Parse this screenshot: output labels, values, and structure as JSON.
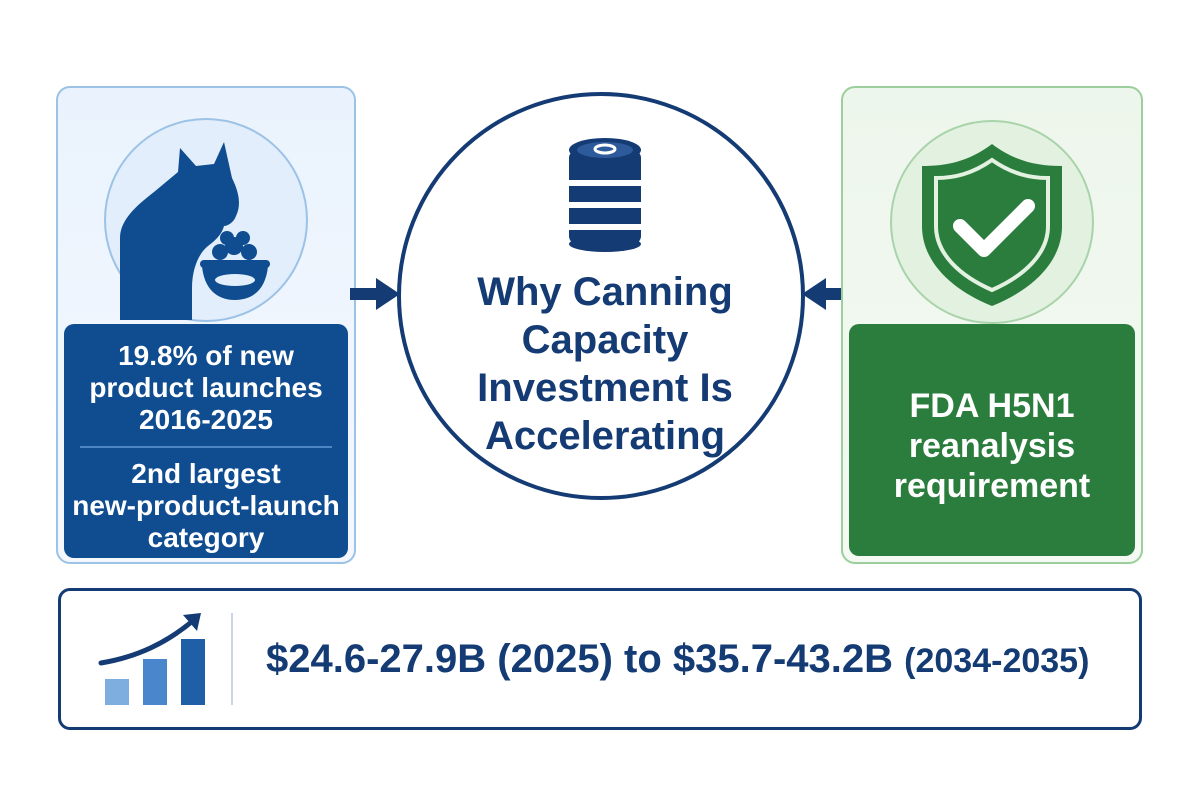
{
  "colors": {
    "navy": "#143b73",
    "blue_box": "#0f4c90",
    "light_blue": "#9cc2e6",
    "green_box": "#2a7d3c",
    "light_green": "#9ccf9c"
  },
  "left": {
    "icon": "cat-with-food-bowl-icon",
    "stat_lines": [
      "19.8% of new",
      "product launches",
      "2016-2025"
    ],
    "rank_lines": [
      "2nd largest",
      "new-product-launch",
      "category"
    ]
  },
  "center": {
    "icon": "can-icon",
    "title_lines": [
      "Why Canning",
      "Capacity",
      "Investment Is",
      "Accelerating"
    ]
  },
  "right": {
    "icon": "shield-check-icon",
    "lines": [
      "FDA H5N1",
      "reanalysis",
      "requirement"
    ]
  },
  "bottom": {
    "icon": "growth-bar-chart-icon",
    "text_main": "$24.6-27.9B (2025) to $35.7-43.2B",
    "text_suffix": "(2034-2035)"
  }
}
